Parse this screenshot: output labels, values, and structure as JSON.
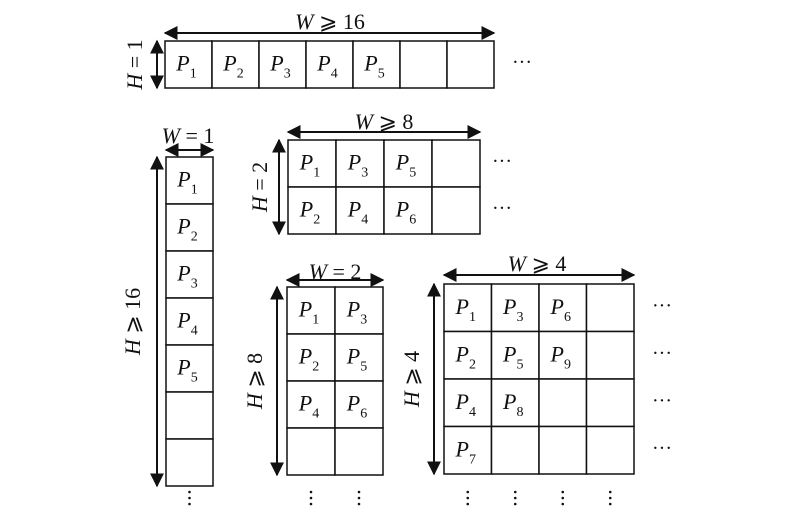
{
  "colors": {
    "ink": "#111111",
    "background": "#ffffff"
  },
  "panels": [
    {
      "id": "w16",
      "width_label": "W ⩾ 16",
      "height_label": "H = 1",
      "rows": [
        [
          "P1",
          "P2",
          "P3",
          "P4",
          "P5",
          "",
          ""
        ]
      ],
      "continues_right": true,
      "continues_down": false
    },
    {
      "id": "w8",
      "width_label": "W ⩾ 8",
      "height_label": "H = 2",
      "rows": [
        [
          "P1",
          "P3",
          "P5",
          ""
        ],
        [
          "P2",
          "P4",
          "P6",
          ""
        ]
      ],
      "continues_right": true,
      "continues_down": false
    },
    {
      "id": "w1",
      "width_label": "W = 1",
      "height_label": "H ⩾ 16",
      "rows": [
        [
          "P1"
        ],
        [
          "P2"
        ],
        [
          "P3"
        ],
        [
          "P4"
        ],
        [
          "P5"
        ],
        [
          ""
        ],
        [
          ""
        ]
      ],
      "continues_right": false,
      "continues_down": true
    },
    {
      "id": "w2",
      "width_label": "W = 2",
      "height_label": "H ⩾ 8",
      "rows": [
        [
          "P1",
          "P3"
        ],
        [
          "P2",
          "P5"
        ],
        [
          "P4",
          "P6"
        ],
        [
          "",
          ""
        ]
      ],
      "continues_right": false,
      "continues_down": true
    },
    {
      "id": "w4",
      "width_label": "W ⩾ 4",
      "height_label": "H ⩾ 4",
      "rows": [
        [
          "P1",
          "P3",
          "P6",
          ""
        ],
        [
          "P2",
          "P5",
          "P9",
          ""
        ],
        [
          "P4",
          "P8",
          "",
          ""
        ],
        [
          "P7",
          "",
          "",
          ""
        ]
      ],
      "continues_right": true,
      "continues_down": true
    }
  ]
}
